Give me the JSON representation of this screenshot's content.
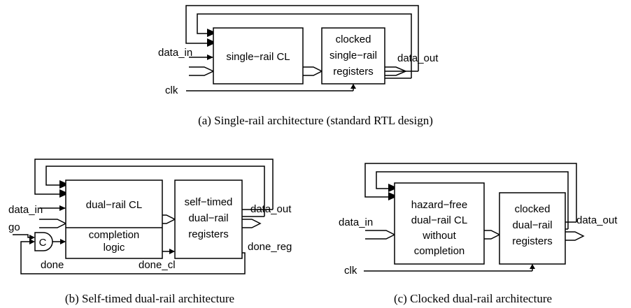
{
  "diagram_a": {
    "caption": "(a)  Single-rail architecture (standard RTL design)",
    "combinational_block": "single−rail CL",
    "register_block": [
      "clocked",
      "single−rail",
      "registers"
    ],
    "input_label": "data_in",
    "output_label": "data_out",
    "clock_label": "clk"
  },
  "diagram_b": {
    "caption": "(b)  Self-timed dual-rail architecture",
    "combinational_block": "dual−rail CL",
    "completion_block": [
      "completion",
      "logic"
    ],
    "register_block": [
      "self−timed",
      "dual−rail",
      "registers"
    ],
    "input_label": "data_in",
    "output_label": "data_out",
    "go_label": "go",
    "c_element_label": "C",
    "done_label": "done",
    "done_cl_label": "done_cl",
    "done_reg_label": "done_reg"
  },
  "diagram_c": {
    "caption": "(c)  Clocked dual-rail architecture",
    "combinational_block": [
      "hazard−free",
      "dual−rail CL",
      "without",
      "completion"
    ],
    "register_block": [
      "clocked",
      "dual−rail",
      "registers"
    ],
    "input_label": "data_in",
    "output_label": "data_out",
    "clock_label": "clk"
  }
}
